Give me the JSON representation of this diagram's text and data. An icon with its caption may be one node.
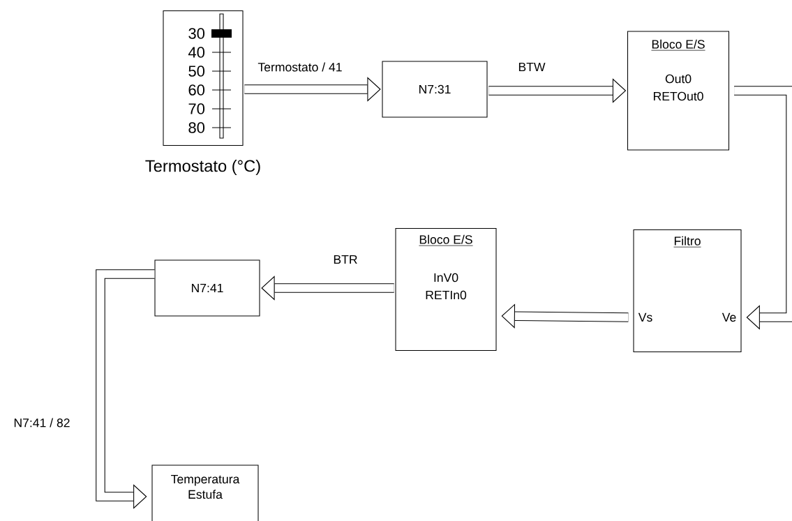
{
  "diagram": {
    "nodes": [
      {
        "text": [
          "30",
          "40",
          "50",
          "60",
          "70",
          "80"
        ],
        "beside": [
          "Termostato (°C)"
        ]
      },
      {
        "text": [
          "N7:31"
        ]
      },
      {
        "text": [
          "Bloco E/S",
          "Out0",
          "RETOut0"
        ]
      },
      {
        "text": [
          "Filtro",
          "Vs",
          "Ve"
        ]
      },
      {
        "text": [
          "Bloco E/S",
          "InV0",
          "RETIn0"
        ]
      },
      {
        "text": [
          "N7:41"
        ]
      },
      {
        "text": [
          "Temperatura Estufa"
        ]
      }
    ],
    "edges": [
      {
        "from": 0,
        "to": 1,
        "arrow": "to",
        "label": "Termostato / 41"
      },
      {
        "from": 1,
        "to": 2,
        "arrow": "to",
        "label": "BTW"
      },
      {
        "from": 2,
        "to": 3,
        "arrow": "to"
      },
      {
        "from": 3,
        "to": 4,
        "arrow": "to"
      },
      {
        "from": 4,
        "to": 5,
        "arrow": "to",
        "label": "BTR"
      },
      {
        "from": 5,
        "to": 6,
        "arrow": "to",
        "label": "N7:41 / 82"
      }
    ]
  }
}
